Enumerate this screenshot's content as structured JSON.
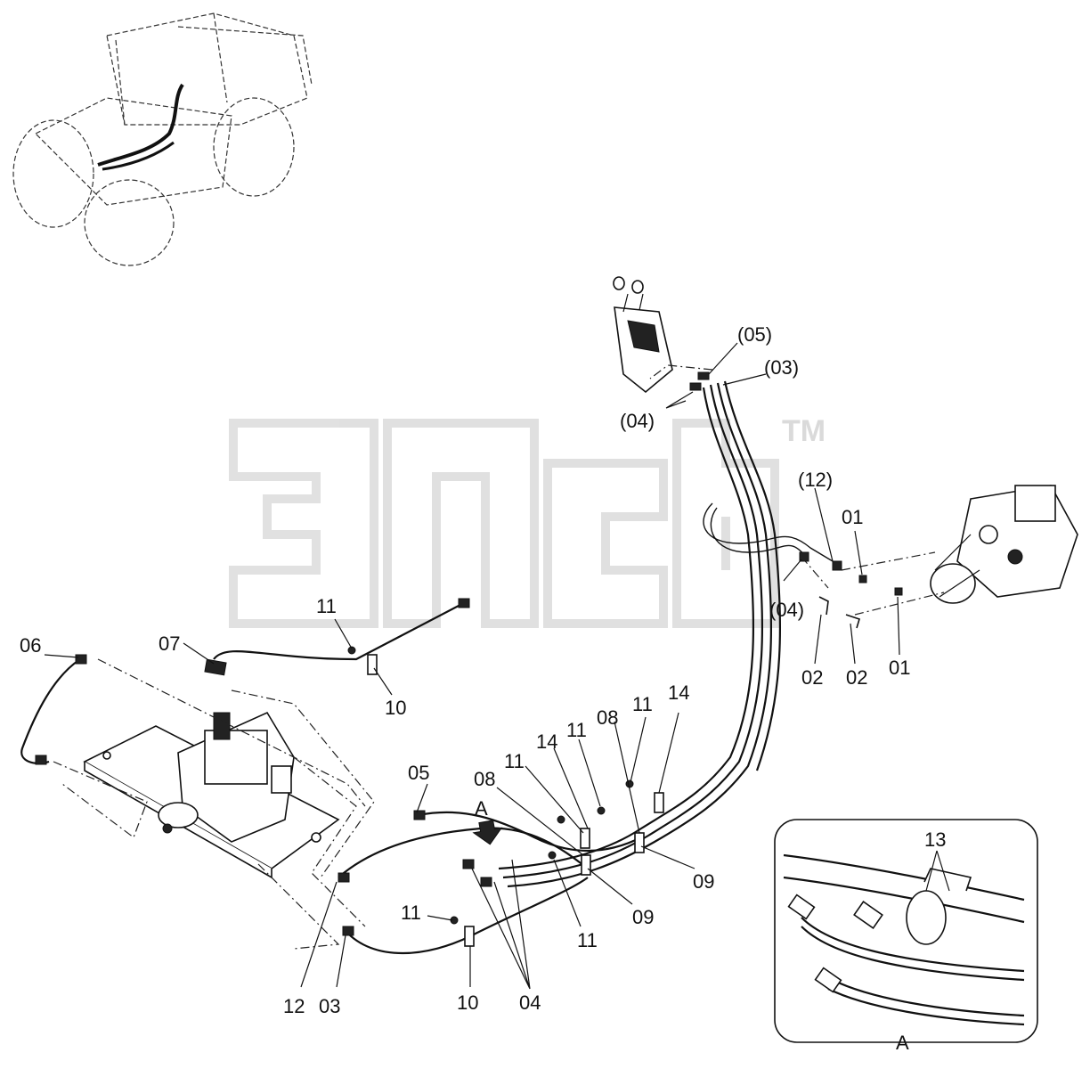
{
  "watermark": {
    "tm": "TM"
  },
  "callouts": {
    "c05_top": "(05)",
    "c03_top": "(03)",
    "c04_top": "(04)",
    "c12_top": "(12)",
    "c01_upper": "01",
    "c04_mid": "(04)",
    "c02_a": "02",
    "c02_b": "02",
    "c01_lower": "01",
    "c11_a": "11",
    "c07": "07",
    "c06": "06",
    "c10_a": "10",
    "c05_mid": "05",
    "cA_arrow": "A",
    "c08_a": "08",
    "c11_b": "11",
    "c14_a": "14",
    "c11_c": "11",
    "c08_b": "08",
    "c11_d": "11",
    "c14_b": "14",
    "c09_a": "09",
    "c09_b": "09",
    "c11_e": "11",
    "c11_f": "11",
    "c10_b": "10",
    "c04_bottom": "04",
    "c12_bottom": "12",
    "c03_bottom": "03",
    "c13": "13",
    "cA_detail": "A"
  }
}
